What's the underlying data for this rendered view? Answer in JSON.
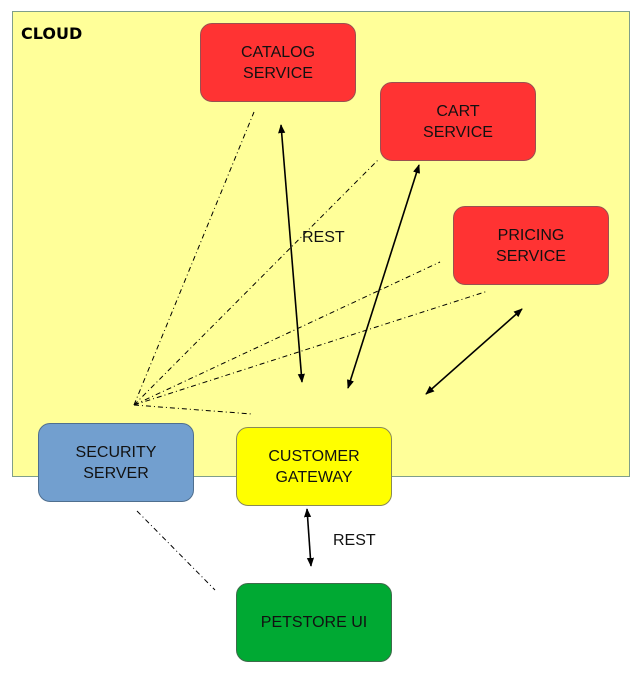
{
  "cloud": {
    "label": "CLOUD"
  },
  "nodes": {
    "catalog": "CATALOG\nSERVICE",
    "cart": "CART\nSERVICE",
    "pricing": "PRICING\nSERVICE",
    "security": "SECURITY\nSERVER",
    "gateway": "CUSTOMER\nGATEWAY",
    "petstore": "PETSTORE UI"
  },
  "edge_labels": {
    "rest_upper": "REST",
    "rest_lower": "REST"
  },
  "colors": {
    "cloud": "#ffff99",
    "service": "#ff3333",
    "security": "#729fcf",
    "gateway": "#ffff00",
    "ui": "#00a933"
  }
}
